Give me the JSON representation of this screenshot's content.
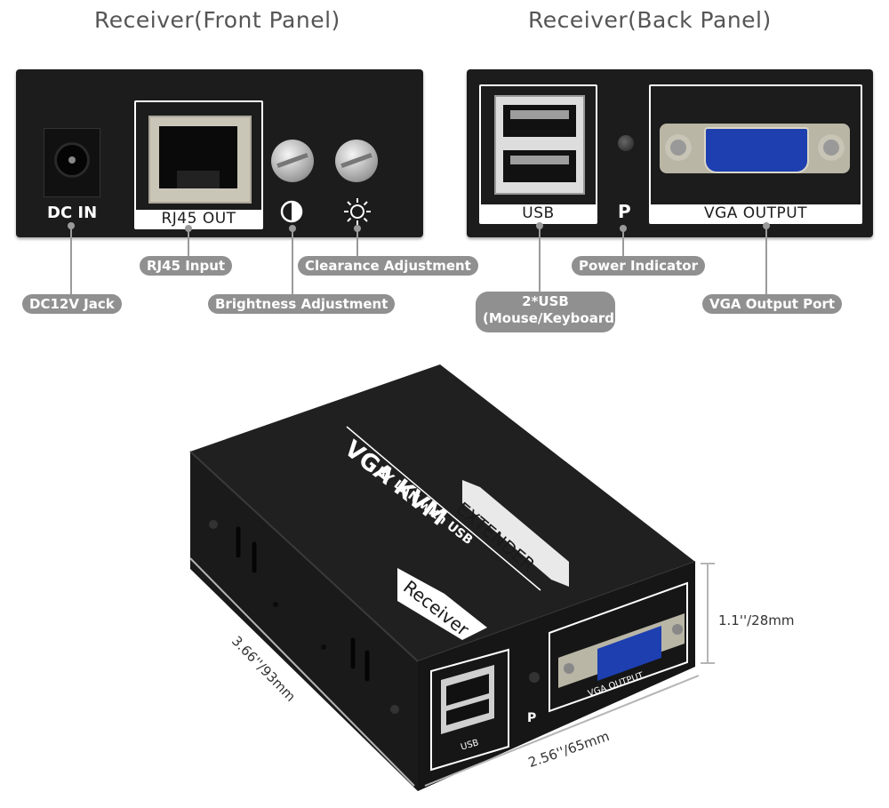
{
  "front_panel": {
    "title": "Receiver(Front Panel)",
    "dc_in_label": "DC IN",
    "rj45_label": "RJ45 OUT"
  },
  "back_panel": {
    "title": "Receiver(Back Panel)",
    "usb_label": "USB",
    "power_label": "P",
    "vga_label": "VGA OUTPUT"
  },
  "callouts": {
    "dc_jack": "DC12V Jack",
    "rj45_input": "RJ45 Input",
    "brightness": "Brightness Adjustment",
    "clearance": "Clearance Adjustment",
    "usb_line1": "2*USB",
    "usb_line2": "(Mouse/Keyboard)",
    "power_indicator": "Power Indicator",
    "vga_port": "VGA Output Port"
  },
  "device": {
    "brand_line1": "VGA KVM",
    "brand_line2": "EXTENDER",
    "brand_line3": "BY LAN with USB",
    "receiver_label": "Receiver",
    "usb_label": "USB",
    "power_label": "P",
    "vga_label": "VGA OUTPUT"
  },
  "dimensions": {
    "height": "1.1''/28mm",
    "length": "3.66''/93mm",
    "width": "2.56''/65mm"
  },
  "icons": [
    "contrast-icon",
    "brightness-sun-icon"
  ]
}
